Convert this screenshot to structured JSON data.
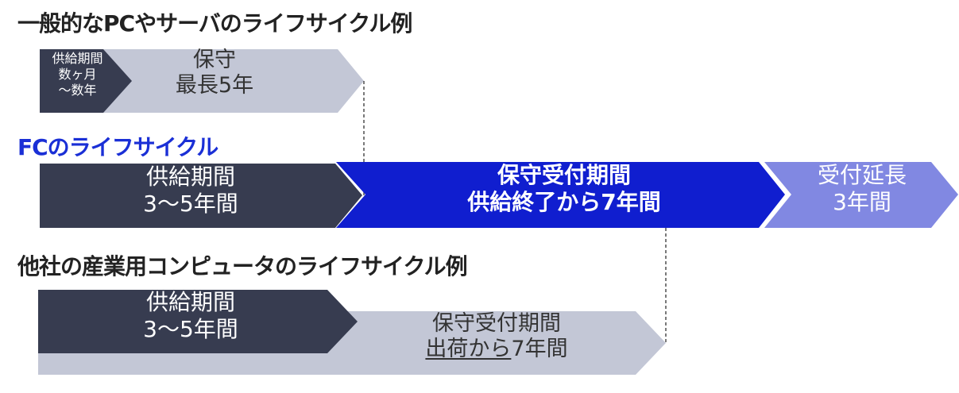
{
  "headings": {
    "pc": "一般的なPCやサーバのライフサイクル例",
    "fc": "FCのライフサイクル",
    "other": "他社の産業用コンピュータのライフサイクル例"
  },
  "pc_row": {
    "supply": [
      "供給期間",
      "数ヶ月",
      "〜数年"
    ],
    "maintenance": [
      "保守",
      "最長5年"
    ]
  },
  "fc_row": {
    "supply": [
      "供給期間",
      "3〜5年間"
    ],
    "maintenance": [
      "保守受付期間",
      "供給終了から7年間"
    ],
    "extension": [
      "受付延長",
      "3年間"
    ]
  },
  "other_row": {
    "supply": [
      "供給期間",
      "3〜5年間"
    ],
    "maintenance_line1": "保守受付期間",
    "maintenance_line2_underlined": "出荷から",
    "maintenance_line2_rest": "7年間"
  },
  "colors": {
    "dark": "#373c50",
    "gray": "#c3c7d6",
    "blue": "#101ecf",
    "light_blue": "#8188e2",
    "heading_blue": "#1a2fd6"
  }
}
